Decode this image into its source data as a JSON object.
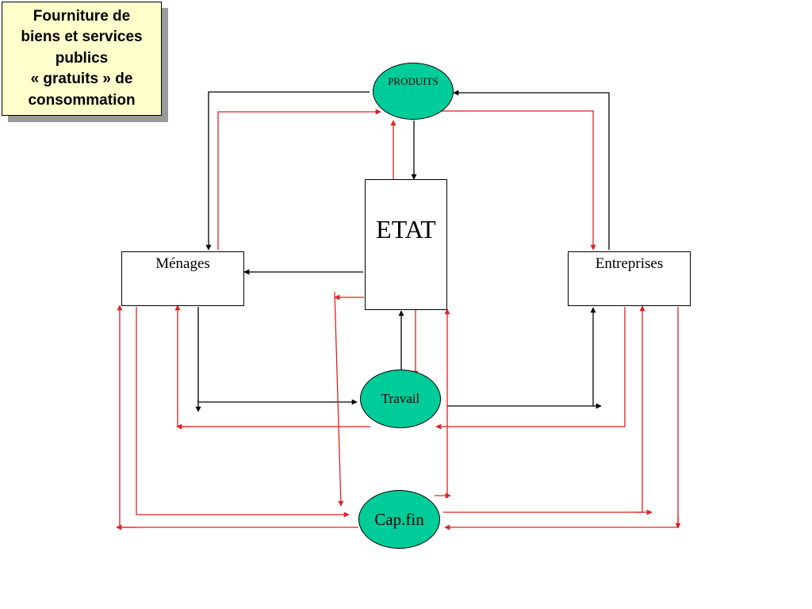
{
  "note": {
    "lines": [
      "Fourniture de",
      "biens et services",
      "publics",
      "« gratuits » de",
      "consommation"
    ]
  },
  "nodes": {
    "produits": "PRODUITS",
    "etat": "ETAT",
    "menages": "Ménages",
    "entreprises": "Entreprises",
    "travail": "Travail",
    "capfin": "Cap.fin"
  },
  "colors": {
    "real_flow": "#000000",
    "monetary_flow": "#e02020",
    "node_fill": "#00cc99",
    "note_fill": "#ffffcc"
  }
}
